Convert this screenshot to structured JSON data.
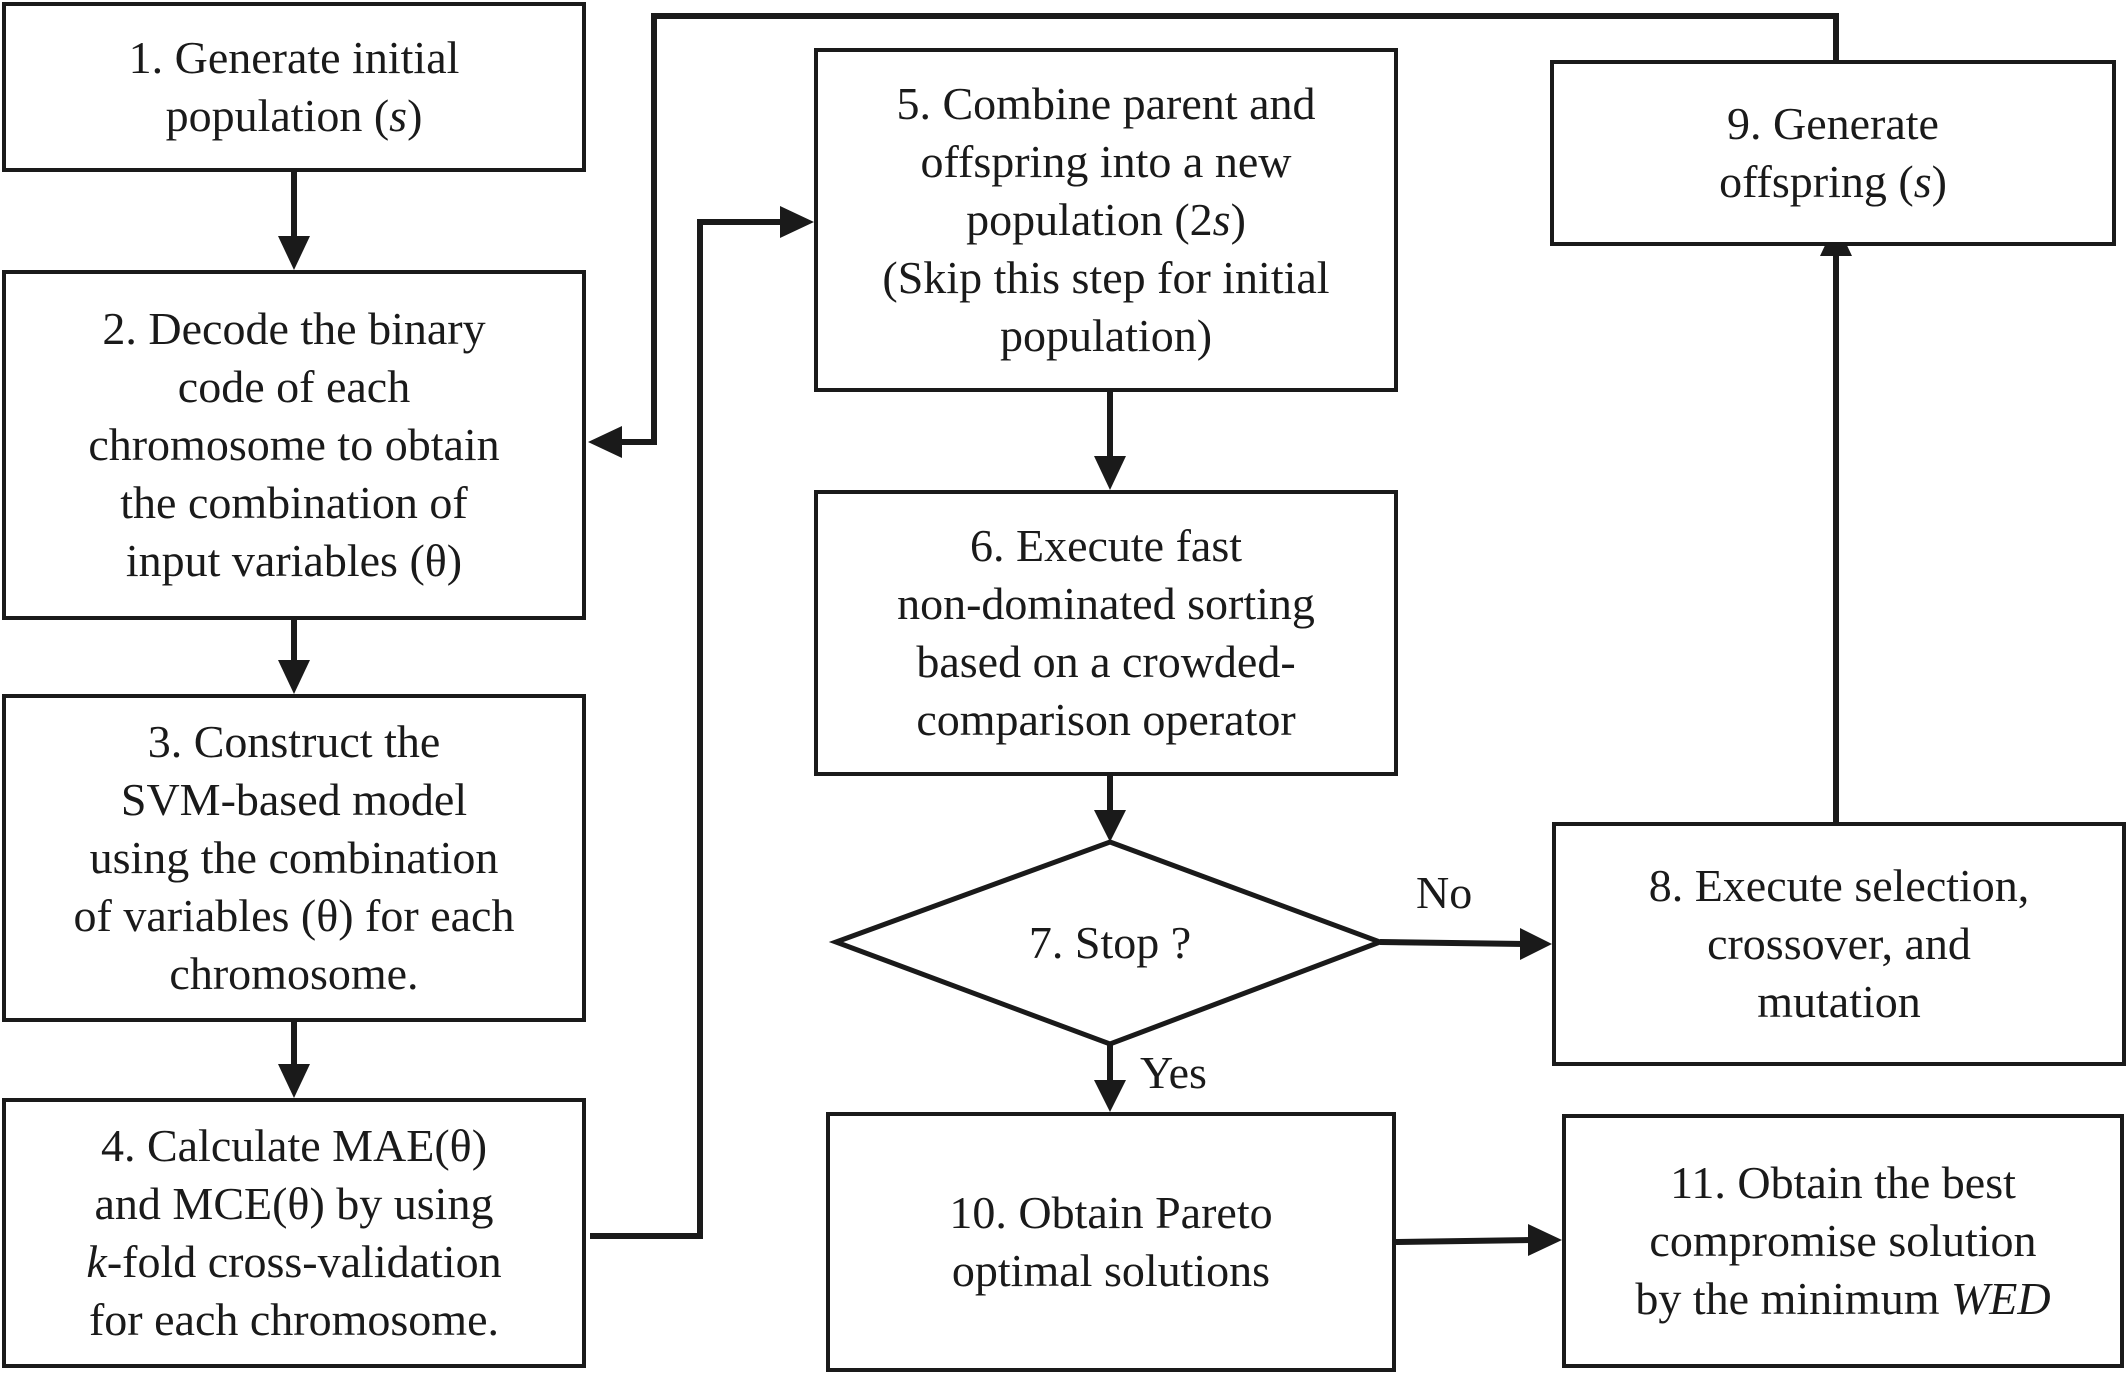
{
  "steps": {
    "s1": {
      "l1": "1. Generate initial",
      "l2a": "population (",
      "l2b": "s",
      "l2c": ")"
    },
    "s2": {
      "l1": "2. Decode the binary",
      "l2": "code of each",
      "l3": "chromosome to obtain",
      "l4": "the combination of",
      "l5": "input variables (θ)"
    },
    "s3": {
      "l1": "3. Construct the",
      "l2": "SVM-based model",
      "l3": "using the combination",
      "l4": "of variables (θ) for each",
      "l5": "chromosome."
    },
    "s4": {
      "l1": "4. Calculate MAE(θ)",
      "l2": "and MCE(θ) by using",
      "l3a": "k",
      "l3b": "-fold cross-validation",
      "l4": "for each chromosome."
    },
    "s5": {
      "l1": "5. Combine parent and",
      "l2": "offspring into a new",
      "l3a": "population (2",
      "l3b": "s",
      "l3c": ")",
      "l4": "(Skip this step for initial",
      "l5": "population)"
    },
    "s6": {
      "l1": "6. Execute fast",
      "l2": "non-dominated sorting",
      "l3": "based on a crowded-",
      "l4": "comparison operator"
    },
    "s7": {
      "label": "7. Stop ?"
    },
    "s8": {
      "l1": "8. Execute selection,",
      "l2": "crossover, and",
      "l3": "mutation"
    },
    "s9": {
      "l1": "9. Generate",
      "l2a": "offspring (",
      "l2b": "s",
      "l2c": ")"
    },
    "s10": {
      "l1": "10. Obtain Pareto",
      "l2": "optimal solutions"
    },
    "s11": {
      "l1": "11. Obtain the best",
      "l2": "compromise solution",
      "l3a": "by the minimum ",
      "l3b": "WED"
    }
  },
  "edges": {
    "no_label": "No",
    "yes_label": "Yes"
  },
  "colors": {
    "stroke": "#1a1a1a",
    "background": "#ffffff"
  }
}
